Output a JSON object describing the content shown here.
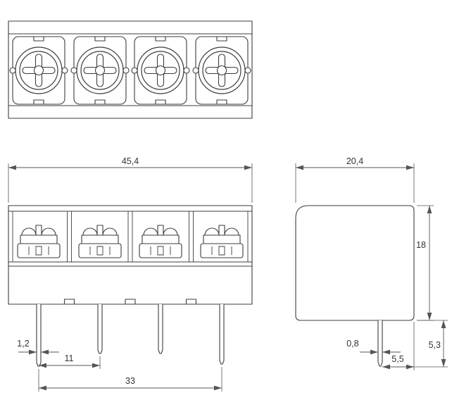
{
  "drawing": {
    "dims": {
      "overall_width": "45,4",
      "side_width": "20,4",
      "body_height": "18",
      "pin_width_front": "1,2",
      "pin_pitch": "11",
      "pin_span": "33",
      "pin_width_side": "0,8",
      "pin_edge_offset": "5,5",
      "pin_length": "5,3"
    },
    "colors": {
      "line": "#3d3d3d",
      "dim": "#555555",
      "text": "#333333",
      "background": "#ffffff"
    }
  }
}
